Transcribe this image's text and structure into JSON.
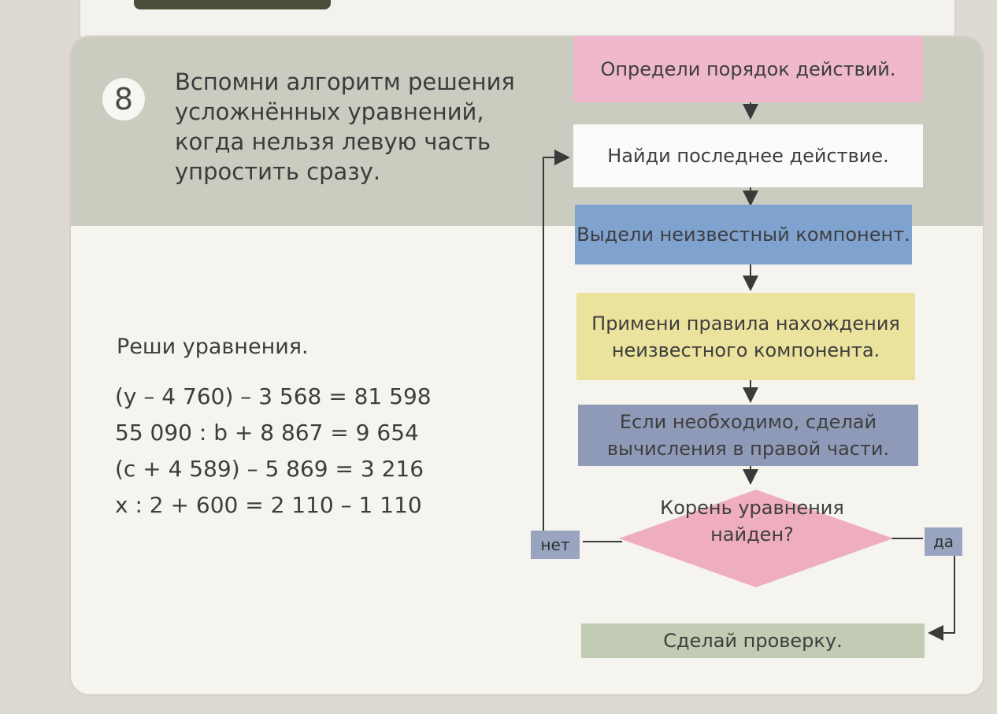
{
  "task": {
    "number": "8",
    "intro": "Вспомни алгоритм решения усложнённых уравнений, когда нельзя левую часть упростить сразу.",
    "subtitle": "Реши уравнения.",
    "equations": [
      "(y – 4 760) – 3 568 = 81 598",
      "55 090 : b + 8 867 = 9 654",
      "(c + 4 589) – 5 869 = 3 216",
      "x : 2 + 600 = 2 110 – 1 110"
    ]
  },
  "flowchart": {
    "steps": [
      "Определи порядок действий.",
      "Найди последнее действие.",
      "Выдели неизвестный компонент.",
      "Примени правила нахождения неизвестного компонента.",
      "Если необходимо, сделай вычисления в правой части."
    ],
    "decision": "Корень уравнения найден?",
    "no_label": "нет",
    "yes_label": "да",
    "final": "Сделай проверку."
  },
  "colors": {
    "pink": "#efb8cc",
    "white": "#fbfbf9",
    "blue": "#7fa2cf",
    "yellow": "#ebe39d",
    "slate": "#8f9ab8",
    "diamond": "#eeaebf",
    "tag": "#98a4c0",
    "green": "#c2cbb3",
    "header": "#c9ccbf"
  }
}
